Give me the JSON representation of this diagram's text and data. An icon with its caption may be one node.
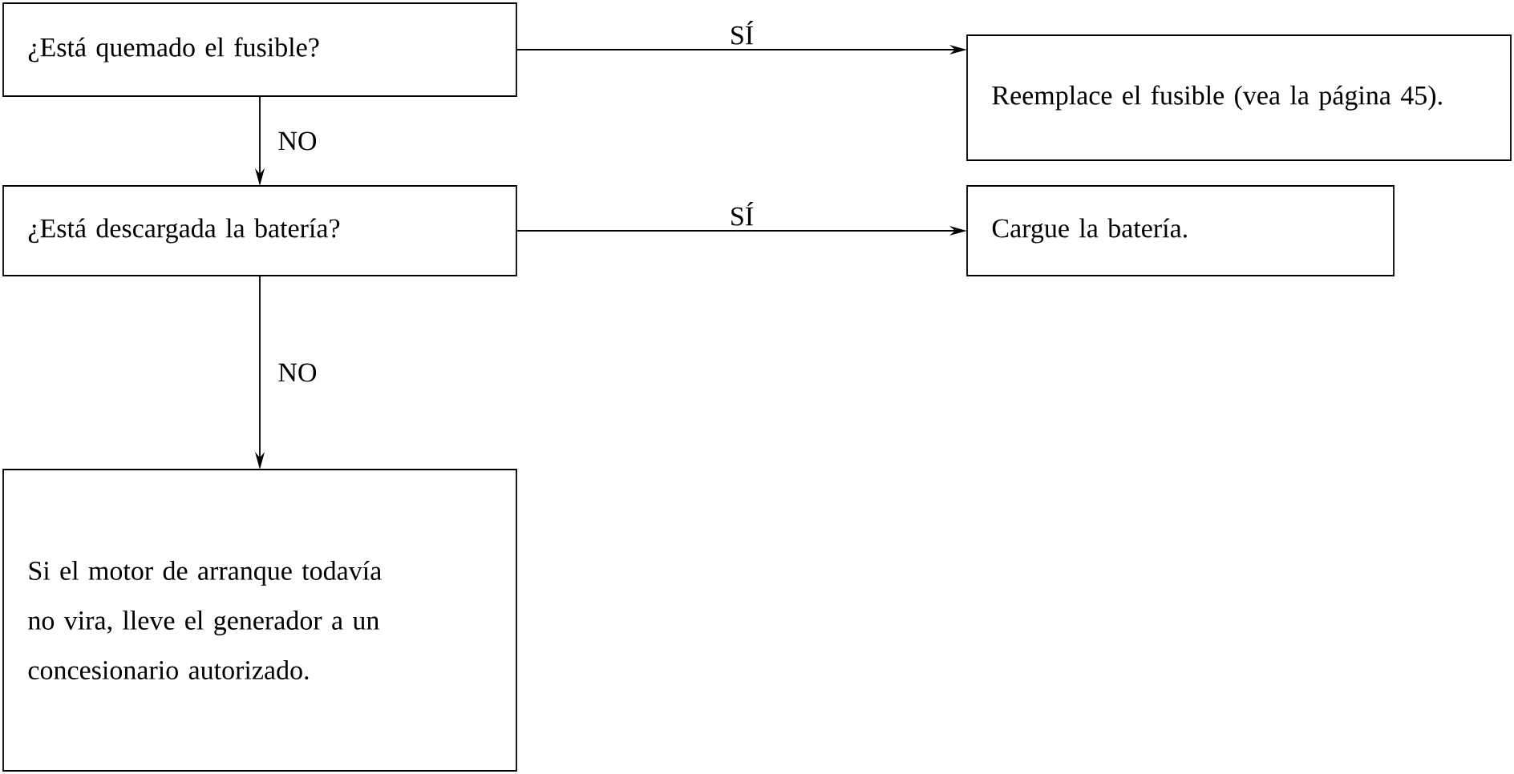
{
  "diagram": {
    "nodes": [
      {
        "text": [
          "¿Está quemado el fusible?"
        ]
      },
      {
        "text": [
          "Reemplace el fusible (vea la página 45)."
        ]
      },
      {
        "text": [
          "¿Está descargada la batería?"
        ]
      },
      {
        "text": [
          "Cargue la batería."
        ]
      },
      {
        "text": [
          "Si el motor de arranque todavía no vira, lleve el generador a un concesionario autorizado."
        ]
      }
    ],
    "edges": [
      {
        "from": 0,
        "to": 1,
        "arrow": "to",
        "label": "SÍ"
      },
      {
        "from": 0,
        "to": 2,
        "arrow": "to",
        "label": "NO"
      },
      {
        "from": 2,
        "to": 3,
        "arrow": "to",
        "label": "SÍ"
      },
      {
        "from": 2,
        "to": 4,
        "arrow": "to",
        "label": "NO"
      }
    ]
  }
}
